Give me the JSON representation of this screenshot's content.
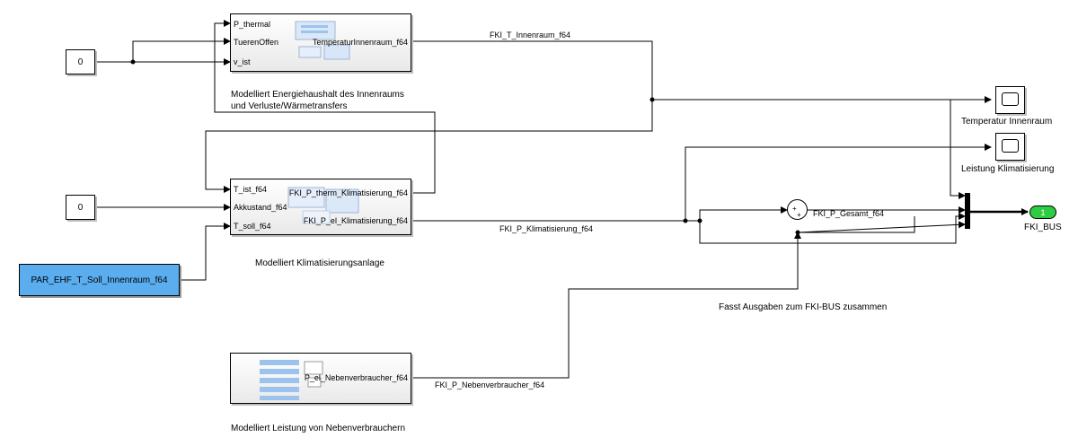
{
  "constants": [
    {
      "value": "0"
    },
    {
      "value": "0"
    }
  ],
  "param_block": {
    "label": "PAR_EHF_T_Soll_Innenraum_f64",
    "color": "#5aaef0"
  },
  "subsystem_temp": {
    "inports": [
      "P_thermal",
      "TuerenOffen",
      "v_ist"
    ],
    "outport": "TemperaturInnenraum_f64",
    "annotation_line1": "Modelliert Energiehaushalt des Innenraums",
    "annotation_line2": "und Verluste/Wärmetransfers"
  },
  "subsystem_klima": {
    "inports": [
      "T_ist_f64",
      "Akkustand_f64",
      "T_soll_f64"
    ],
    "outports": [
      "FKI_P_therm_Klimatisierung_f64",
      "FKI_P_el_Klimatisierung_f64"
    ],
    "annotation": "Modelliert Klimatisierungsanlage"
  },
  "subsystem_neben": {
    "outport": "P_el_Nebenverbraucher_f64",
    "annotation": "Modelliert Leistung von Nebenverbrauchern"
  },
  "signals": {
    "t_innenraum": "FKI_T_Innenraum_f64",
    "p_klimatisierung": "FKI_P_Klimatisierung_f64",
    "p_gesamt": "FKI_P_Gesamt_f64",
    "p_nebenverbraucher": "FKI_P_Nebenverbraucher_f64"
  },
  "sum_signs": [
    "+",
    "+"
  ],
  "scopes": [
    {
      "label": "Temperatur Innenraum"
    },
    {
      "label": "Leistung Klimatisierung"
    }
  ],
  "bus_out": {
    "number": "1",
    "label": "FKI_BUS",
    "color": "#2ecc40"
  },
  "bus_annotation": "Fasst Ausgaben zum FKI-BUS zusammen"
}
